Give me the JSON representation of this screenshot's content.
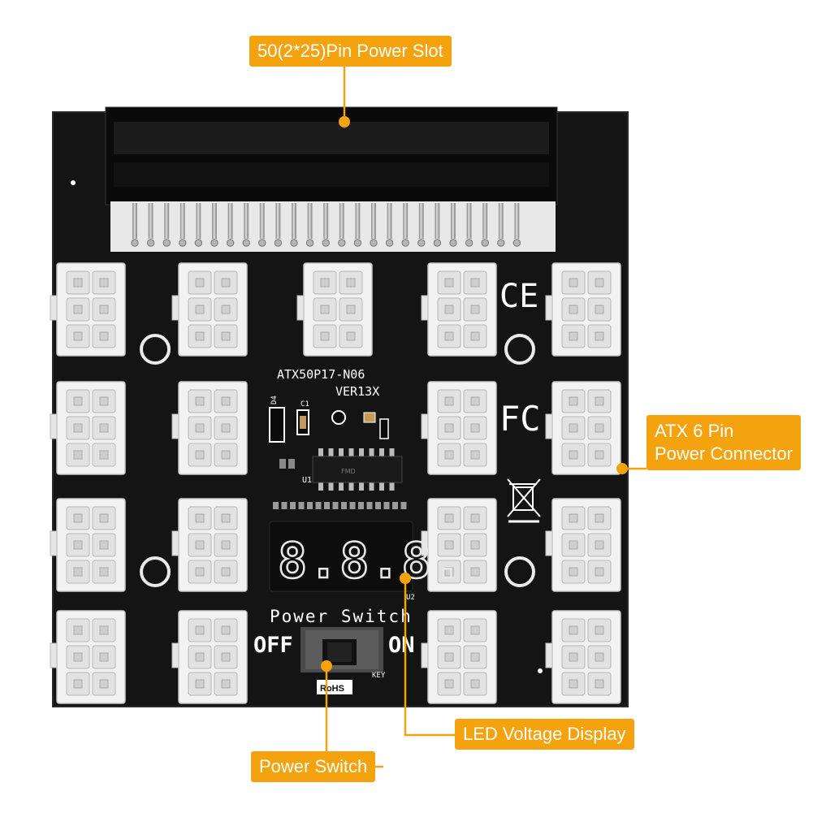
{
  "callouts": {
    "power_slot": "50(2*25)Pin Power Slot",
    "atx_connector_line1": "ATX 6 Pin",
    "atx_connector_line2": "Power Connector",
    "led_display": "LED Voltage Display",
    "power_switch": "Power Switch"
  },
  "board": {
    "model": "ATX50P17-N06",
    "version": "VER13X",
    "switch_title": "Power Switch",
    "switch_off": "OFF",
    "switch_on": "ON",
    "rohs": "RoHS",
    "key_label": "KEY",
    "ce_mark": "CE",
    "fc_mark": "FC",
    "led_digits": "8.8.8.",
    "chip_label": "FMD",
    "u1": "U1",
    "u2": "U2"
  },
  "colors": {
    "accent": "#f5a20f",
    "pcb": "#141414",
    "connector": "#f2f2f2"
  }
}
